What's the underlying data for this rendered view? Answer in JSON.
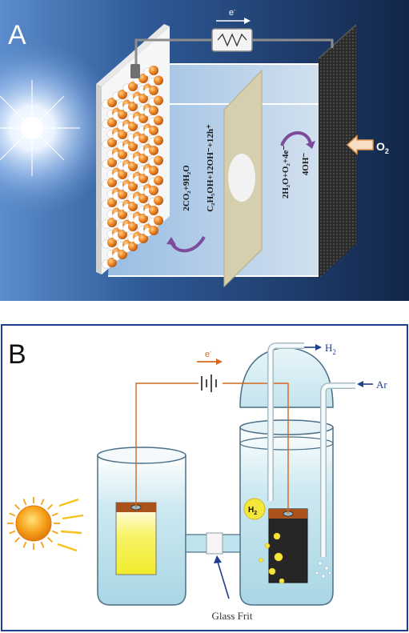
{
  "panel_a": {
    "label": "A",
    "electron": "e",
    "electron_sup": "-",
    "oxygen": "O",
    "oxygen_sub": "2",
    "anode_reaction": {
      "line1": "C₂H₅OH+12OH⁻+12h⁺",
      "line2": "2CO₂+9H₂O"
    },
    "cathode_reaction": {
      "line1": "2H₂O+O₂+4e⁻",
      "line2": "4OH⁻"
    },
    "colors": {
      "sky_dark": "#14284d",
      "sky_light": "#4f7fbf",
      "electrolyte": "#bcd6ee",
      "particle": "#f08a2a",
      "cathode": "#2e2e2e",
      "membrane": "#d6cfae"
    }
  },
  "panel_b": {
    "label": "B",
    "electron": "e",
    "electron_sup": "-",
    "h2_outlet": "H",
    "h2_outlet_sub": "2",
    "ar_inlet": "Ar",
    "h2_bubble": "H",
    "h2_bubble_sub": "2",
    "glass_frit": "Glass Frit",
    "colors": {
      "border": "#1e3f8f",
      "wire": "#d2691e",
      "liquid": "#bfe3ec",
      "photoanode": "#f4f04a",
      "cathode": "#262626",
      "sun": "#f7a21b"
    }
  }
}
